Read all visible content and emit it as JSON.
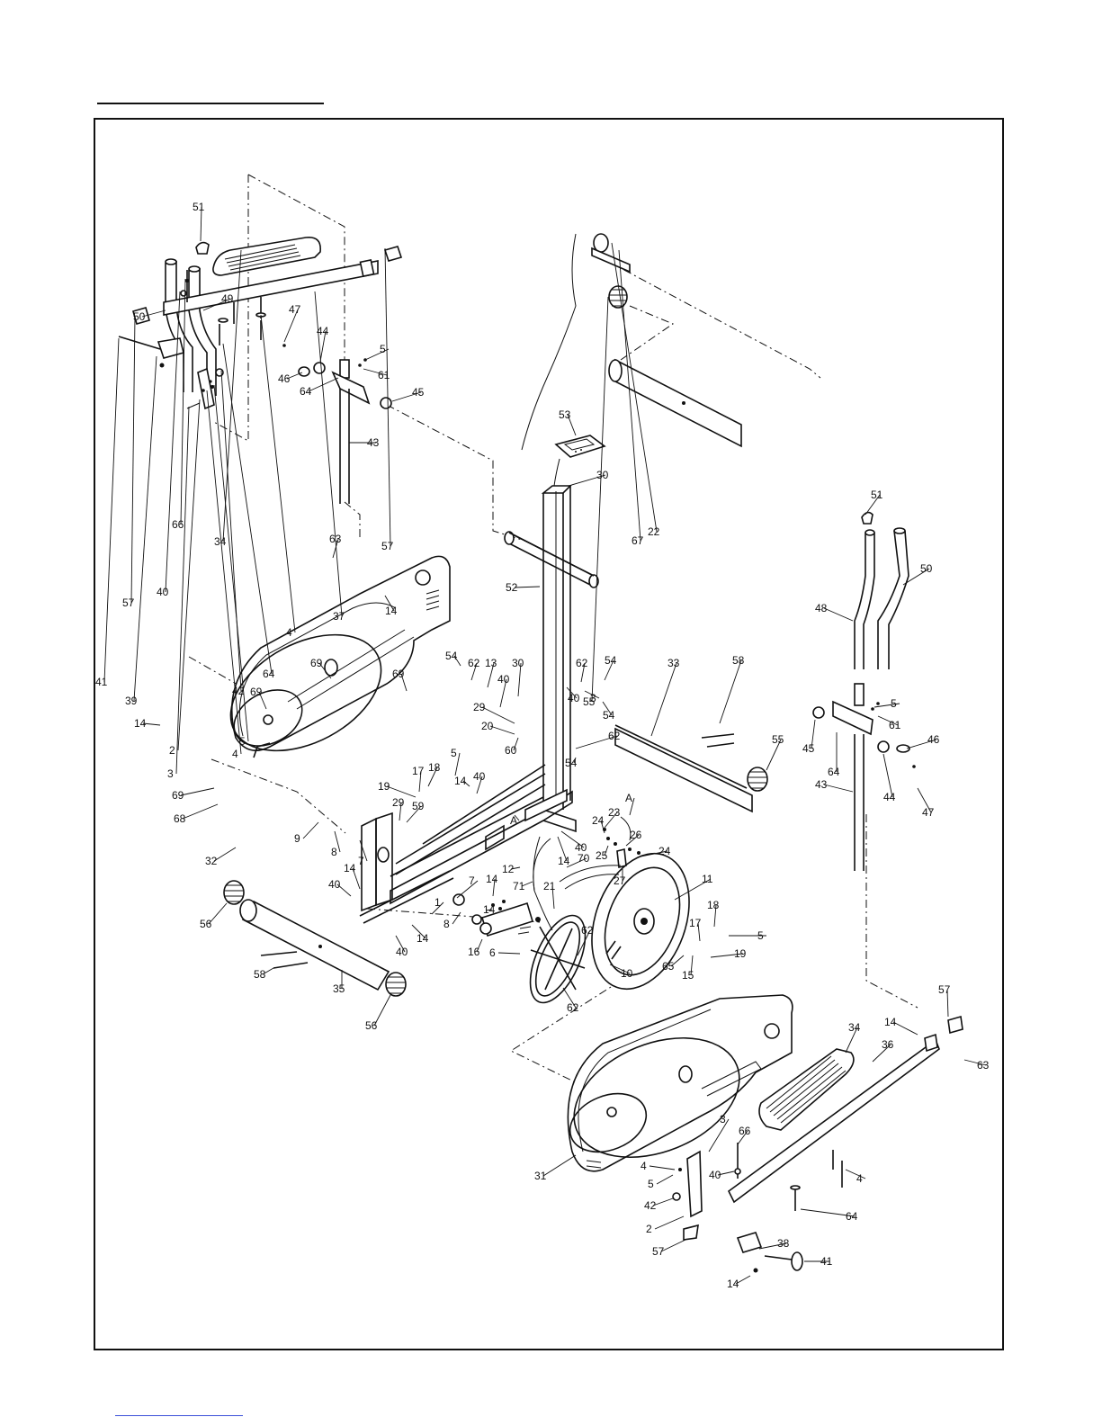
{
  "diagram": {
    "callouts": [
      {
        "id": "c1",
        "text": "51"
      },
      {
        "id": "c2",
        "text": "49"
      },
      {
        "id": "c3",
        "text": "50"
      },
      {
        "id": "c4",
        "text": "47"
      },
      {
        "id": "c5",
        "text": "44"
      },
      {
        "id": "c6",
        "text": "5"
      },
      {
        "id": "c7",
        "text": "61"
      },
      {
        "id": "c8",
        "text": "46"
      },
      {
        "id": "c9",
        "text": "64"
      },
      {
        "id": "c10",
        "text": "45"
      },
      {
        "id": "c11",
        "text": "43"
      },
      {
        "id": "c12",
        "text": "53"
      },
      {
        "id": "c13",
        "text": "30"
      },
      {
        "id": "c14",
        "text": "22"
      },
      {
        "id": "c15",
        "text": "67"
      },
      {
        "id": "c16",
        "text": "52"
      },
      {
        "id": "c17",
        "text": "34"
      },
      {
        "id": "c18",
        "text": "66"
      },
      {
        "id": "c19",
        "text": "63"
      },
      {
        "id": "c20",
        "text": "57"
      },
      {
        "id": "c21",
        "text": "40"
      },
      {
        "id": "c22",
        "text": "57"
      },
      {
        "id": "c23",
        "text": "37"
      },
      {
        "id": "c24",
        "text": "14"
      },
      {
        "id": "c25",
        "text": "4"
      },
      {
        "id": "c26",
        "text": "64"
      },
      {
        "id": "c27",
        "text": "41"
      },
      {
        "id": "c28",
        "text": "39"
      },
      {
        "id": "c29",
        "text": "42"
      },
      {
        "id": "c30",
        "text": "14"
      },
      {
        "id": "c31",
        "text": "2"
      },
      {
        "id": "c32",
        "text": "5"
      },
      {
        "id": "c33",
        "text": "4"
      },
      {
        "id": "c34",
        "text": "3"
      },
      {
        "id": "c35",
        "text": "69"
      },
      {
        "id": "c36",
        "text": "69"
      },
      {
        "id": "c37",
        "text": "69"
      },
      {
        "id": "c38",
        "text": "69"
      },
      {
        "id": "c39",
        "text": "68"
      },
      {
        "id": "c40",
        "text": "32"
      },
      {
        "id": "c41",
        "text": "9"
      },
      {
        "id": "c42",
        "text": "8"
      },
      {
        "id": "c43",
        "text": "7"
      },
      {
        "id": "c44",
        "text": "55"
      },
      {
        "id": "c45",
        "text": "54"
      },
      {
        "id": "c46",
        "text": "62"
      },
      {
        "id": "c47",
        "text": "13"
      },
      {
        "id": "c48",
        "text": "30"
      },
      {
        "id": "c49",
        "text": "40"
      },
      {
        "id": "c50",
        "text": "29"
      },
      {
        "id": "c51",
        "text": "20"
      },
      {
        "id": "c52",
        "text": "60"
      },
      {
        "id": "c53",
        "text": "62"
      },
      {
        "id": "c54",
        "text": "54"
      },
      {
        "id": "c55",
        "text": "40"
      },
      {
        "id": "c56",
        "text": "3"
      },
      {
        "id": "c57",
        "text": "54"
      },
      {
        "id": "c58",
        "text": "62"
      },
      {
        "id": "c59",
        "text": "54"
      },
      {
        "id": "c60",
        "text": "33"
      },
      {
        "id": "c61",
        "text": "58"
      },
      {
        "id": "c62",
        "text": "55"
      },
      {
        "id": "c63",
        "text": "5"
      },
      {
        "id": "c64",
        "text": "40"
      },
      {
        "id": "c65",
        "text": "14"
      },
      {
        "id": "c66",
        "text": "18"
      },
      {
        "id": "c67",
        "text": "17"
      },
      {
        "id": "c68",
        "text": "19"
      },
      {
        "id": "c69",
        "text": "29"
      },
      {
        "id": "c70",
        "text": "59"
      },
      {
        "id": "c71",
        "text": "A"
      },
      {
        "id": "c72",
        "text": "40"
      },
      {
        "id": "c73",
        "text": "14"
      },
      {
        "id": "c74",
        "text": "A"
      },
      {
        "id": "c75",
        "text": "23"
      },
      {
        "id": "c76",
        "text": "24"
      },
      {
        "id": "c77",
        "text": "26"
      },
      {
        "id": "c78",
        "text": "25"
      },
      {
        "id": "c79",
        "text": "24"
      },
      {
        "id": "c80",
        "text": "27"
      },
      {
        "id": "c81",
        "text": "12"
      },
      {
        "id": "c82",
        "text": "70"
      },
      {
        "id": "c83",
        "text": "71"
      },
      {
        "id": "c84",
        "text": "21"
      },
      {
        "id": "c85",
        "text": "11"
      },
      {
        "id": "c86",
        "text": "14"
      },
      {
        "id": "c87",
        "text": "40"
      },
      {
        "id": "c88",
        "text": "56"
      },
      {
        "id": "c89",
        "text": "7"
      },
      {
        "id": "c90",
        "text": "14"
      },
      {
        "id": "c91",
        "text": "8"
      },
      {
        "id": "c92",
        "text": "14"
      },
      {
        "id": "c93",
        "text": "1"
      },
      {
        "id": "c94",
        "text": "62"
      },
      {
        "id": "c95",
        "text": "16"
      },
      {
        "id": "c96",
        "text": "6"
      },
      {
        "id": "c97",
        "text": "10"
      },
      {
        "id": "c98",
        "text": "14"
      },
      {
        "id": "c99",
        "text": "40"
      },
      {
        "id": "c100",
        "text": "58"
      },
      {
        "id": "c101",
        "text": "35"
      },
      {
        "id": "c102",
        "text": "56"
      },
      {
        "id": "c103",
        "text": "62"
      },
      {
        "id": "c104",
        "text": "18"
      },
      {
        "id": "c105",
        "text": "17"
      },
      {
        "id": "c106",
        "text": "5"
      },
      {
        "id": "c107",
        "text": "65"
      },
      {
        "id": "c108",
        "text": "15"
      },
      {
        "id": "c109",
        "text": "19"
      },
      {
        "id": "c110",
        "text": "51"
      },
      {
        "id": "c111",
        "text": "50"
      },
      {
        "id": "c112",
        "text": "48"
      },
      {
        "id": "c113",
        "text": "5"
      },
      {
        "id": "c114",
        "text": "45"
      },
      {
        "id": "c115",
        "text": "61"
      },
      {
        "id": "c116",
        "text": "64"
      },
      {
        "id": "c117",
        "text": "46"
      },
      {
        "id": "c118",
        "text": "44"
      },
      {
        "id": "c119",
        "text": "47"
      },
      {
        "id": "c120",
        "text": "43"
      },
      {
        "id": "c121",
        "text": "57"
      },
      {
        "id": "c122",
        "text": "14"
      },
      {
        "id": "c123",
        "text": "63"
      },
      {
        "id": "c124",
        "text": "34"
      },
      {
        "id": "c125",
        "text": "36"
      },
      {
        "id": "c126",
        "text": "3"
      },
      {
        "id": "c127",
        "text": "66"
      },
      {
        "id": "c128",
        "text": "4"
      },
      {
        "id": "c129",
        "text": "31"
      },
      {
        "id": "c130",
        "text": "5"
      },
      {
        "id": "c131",
        "text": "40"
      },
      {
        "id": "c132",
        "text": "4"
      },
      {
        "id": "c133",
        "text": "42"
      },
      {
        "id": "c134",
        "text": "2"
      },
      {
        "id": "c135",
        "text": "64"
      },
      {
        "id": "c136",
        "text": "57"
      },
      {
        "id": "c137",
        "text": "38"
      },
      {
        "id": "c138",
        "text": "41"
      },
      {
        "id": "c139",
        "text": "14"
      }
    ]
  }
}
